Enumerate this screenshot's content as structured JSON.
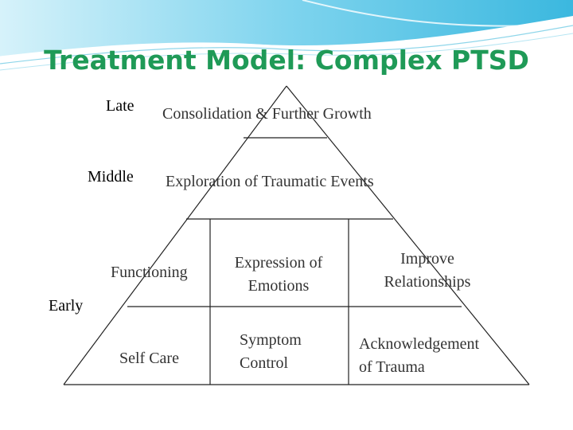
{
  "slide": {
    "title": "Treatment Model: Complex PTSD",
    "accent_color": "#1f9a57",
    "banner_color": "#4fc3e0"
  },
  "pyramid": {
    "levels": {
      "late": "Late",
      "middle": "Middle",
      "early": "Early"
    },
    "top_tier": "Consolidation & Further Growth",
    "middle_tier": "Exploration of Traumatic Events",
    "base": {
      "functioning": "Functioning",
      "self_care": "Self Care",
      "expression_of_emotions": [
        "Expression of",
        "Emotions"
      ],
      "symptom_control": [
        "Symptom",
        "Control"
      ],
      "improve_relationships": [
        "Improve",
        "Relationships"
      ],
      "acknowledgement_of_trauma": [
        "Acknowledgement",
        "of Trauma"
      ]
    }
  }
}
